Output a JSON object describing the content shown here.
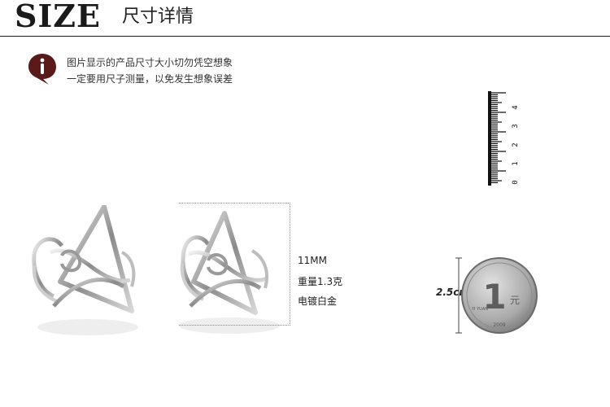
{
  "header": {
    "title_en": "SIZE",
    "title_cn": "尺寸详情"
  },
  "notice": {
    "line1": "图片显示的产品尺寸大小切勿凭空想象",
    "line2": "一定要用尺子测量，以免发生想象误差",
    "icon": "info-bubble-icon"
  },
  "ruler": {
    "numbers": [
      "0",
      "1",
      "2",
      "3",
      "4"
    ]
  },
  "specs": {
    "size": "11MM",
    "weight": "重量1.3克",
    "plating": "电镀白金"
  },
  "coin": {
    "diameter": "2.5cm",
    "face_value": "1",
    "face_unit": "元",
    "pinyin": "YI YUAN",
    "year": "2009"
  },
  "colors": {
    "rule": "#222222",
    "icon": "#5a1a1a",
    "text": "#333333"
  }
}
